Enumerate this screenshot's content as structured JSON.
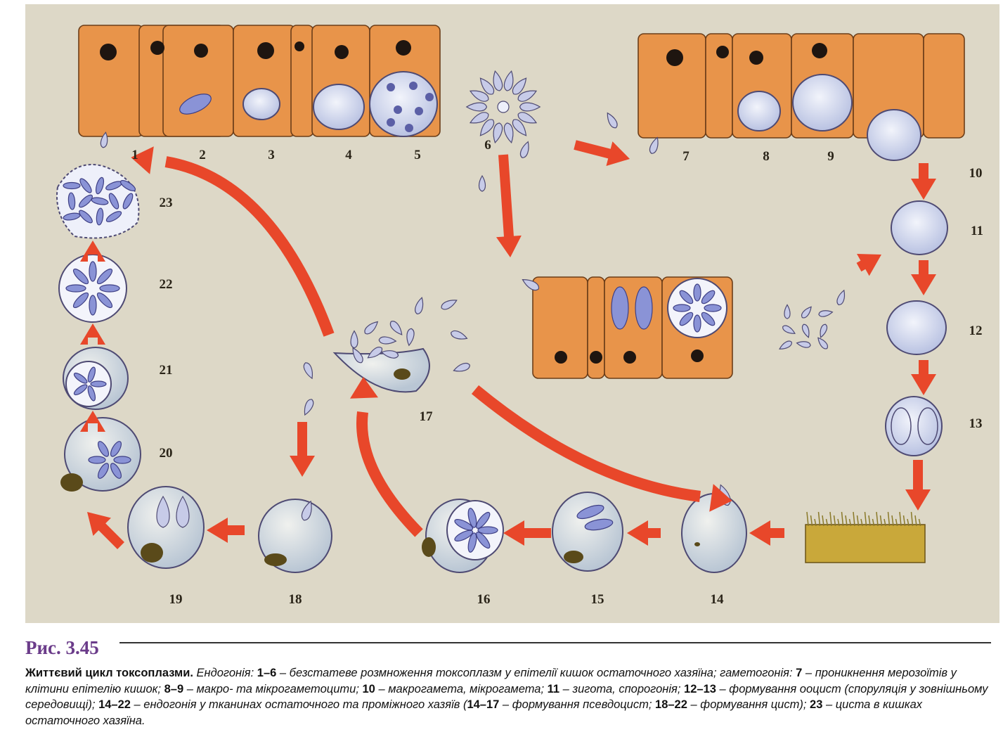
{
  "figure": {
    "stage_numbers": [
      "1",
      "2",
      "3",
      "4",
      "5",
      "6",
      "7",
      "8",
      "9",
      "10",
      "11",
      "12",
      "13",
      "14",
      "15",
      "16",
      "17",
      "18",
      "19",
      "20",
      "21",
      "22",
      "23"
    ],
    "colors": {
      "background": "#ddd8c7",
      "epithelium": "#e8944a",
      "cyst_fill": "#d6dcef",
      "parasite": "#8a93d6",
      "arrow": "#e8472a",
      "soil": "#c9a83a"
    }
  },
  "caption": {
    "fig_label": "Рис. 3.45",
    "title": "Життєвий цикл токсоплазми.",
    "segments": [
      {
        "t": " Ендогонія: ",
        "b": false
      },
      {
        "t": "1–6",
        "b": true
      },
      {
        "t": " – безстатеве розмноження токсоплазм у епітелії кишок остаточного хазяїна; гаметогонія: ",
        "b": false
      },
      {
        "t": "7",
        "b": true
      },
      {
        "t": " – проникнення мерозоїтів у клітини епітелію кишок; ",
        "b": false
      },
      {
        "t": "8–9",
        "b": true
      },
      {
        "t": " – макро- та мікрогаметоцити; ",
        "b": false
      },
      {
        "t": "10",
        "b": true
      },
      {
        "t": " – макрогамета, мікрогамета; ",
        "b": false
      },
      {
        "t": "11",
        "b": true
      },
      {
        "t": " – зигота, спорогонія; ",
        "b": false
      },
      {
        "t": "12–13",
        "b": true
      },
      {
        "t": " – формування ооцист (споруляція у зовнішньому середовищі); ",
        "b": false
      },
      {
        "t": "14–22",
        "b": true
      },
      {
        "t": " – ендогонія у тканинах остаточного та проміжного хазяїв (",
        "b": false
      },
      {
        "t": "14–17",
        "b": true
      },
      {
        "t": " – формування псевдоцист; ",
        "b": false
      },
      {
        "t": "18–22",
        "b": true
      },
      {
        "t": " – формування цист); ",
        "b": false
      },
      {
        "t": "23",
        "b": true
      },
      {
        "t": " – циста в кишках остаточного хазяїна.",
        "b": false
      }
    ]
  }
}
